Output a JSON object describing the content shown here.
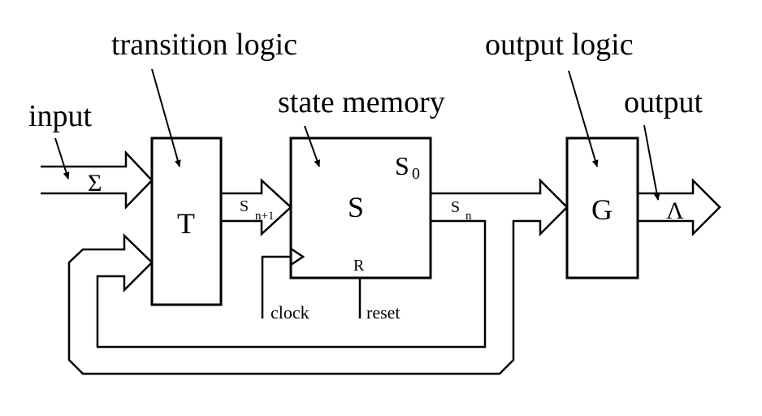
{
  "diagram": {
    "title": "Finite state machine block diagram",
    "annotations": {
      "transition_logic": "transition logic",
      "state_memory": "state memory",
      "output_logic": "output logic",
      "input": "input",
      "output": "output"
    },
    "blocks": {
      "transition": {
        "label": "T"
      },
      "state": {
        "label": "S",
        "initial_state": "S",
        "initial_state_sub": "0",
        "reset_pin": "R"
      },
      "output": {
        "label": "G"
      }
    },
    "signals": {
      "input_alphabet": "Σ",
      "next_state": "S",
      "next_state_sub": "n+1",
      "current_state": "S",
      "current_state_sub": "n",
      "output_alphabet": "Λ",
      "clock": "clock",
      "reset": "reset"
    },
    "colors": {
      "stroke": "#000000",
      "background": "#ffffff"
    }
  }
}
